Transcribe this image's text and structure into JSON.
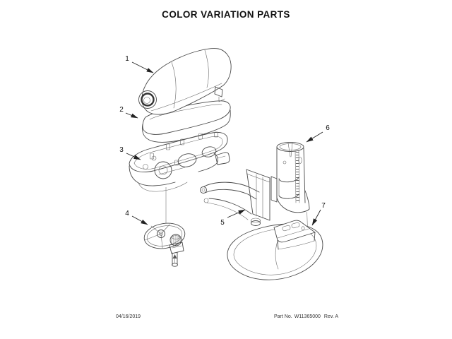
{
  "page": {
    "title": "COLOR VARIATION PARTS",
    "background": "#ffffff",
    "line_color": "#4a4a4a"
  },
  "diagram": {
    "kind": "exploded-parts-view",
    "subject": "bowl-lift stand mixer color variation parts",
    "callouts": [
      {
        "number": "1",
        "part": "motor-head-cover"
      },
      {
        "number": "2",
        "part": "trim-band"
      },
      {
        "number": "3",
        "part": "gearcase-housing"
      },
      {
        "number": "4",
        "part": "planetary-cover"
      },
      {
        "number": "5",
        "part": "bowl-lift-arm"
      },
      {
        "number": "6",
        "part": "pedestal-column"
      },
      {
        "number": "7",
        "part": "base"
      }
    ]
  },
  "footer": {
    "date": "04/16/2019",
    "part_label": "Part No.",
    "part_number": "W11365000",
    "revision": "Rev. A"
  }
}
